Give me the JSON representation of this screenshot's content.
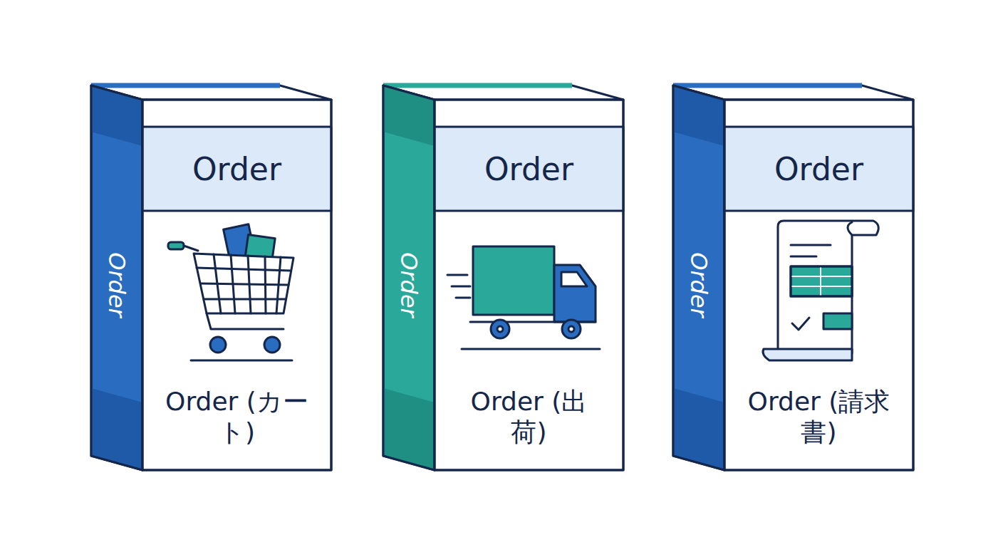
{
  "diagram": {
    "nodes": [
      {
        "text": [
          "Order",
          "Order",
          "Order (カート)"
        ]
      },
      {
        "text": [
          "Order",
          "Order",
          "Order (出荷)"
        ]
      },
      {
        "text": [
          "Order",
          "Order",
          "Order (請求書)"
        ]
      }
    ]
  }
}
